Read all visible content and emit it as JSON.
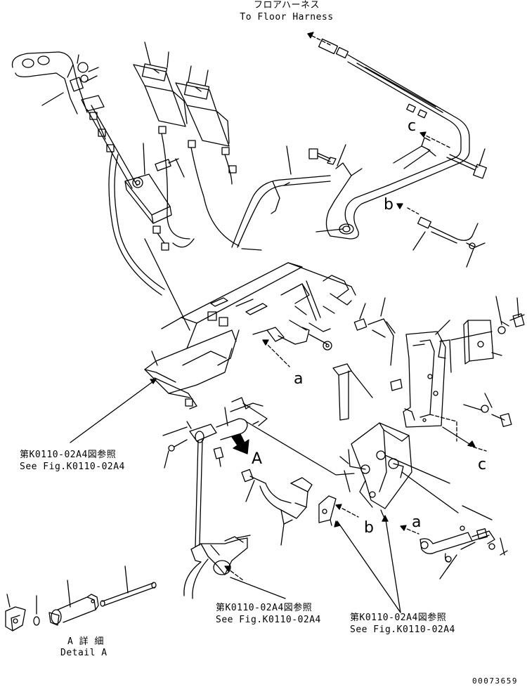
{
  "header": {
    "floor_harness_jp": "フロアハーネス",
    "floor_harness_en": "To Floor Harness"
  },
  "markers": {
    "a_label": "a",
    "b_label": "b",
    "c_label": "c",
    "A_label": "A"
  },
  "references": {
    "left_jp": "第K0110-02A4図参照",
    "left_en": "See Fig.K0110-02A4",
    "bottom_center_jp": "第K0110-02A4図参照",
    "bottom_center_en": "See Fig.K0110-02A4",
    "bottom_right_jp": "第K0110-02A4図参照",
    "bottom_right_en": "See Fig.K0110-02A4"
  },
  "detail": {
    "jp": "A 詳 細",
    "en": "Detail A"
  },
  "drawing_number": "00073659"
}
